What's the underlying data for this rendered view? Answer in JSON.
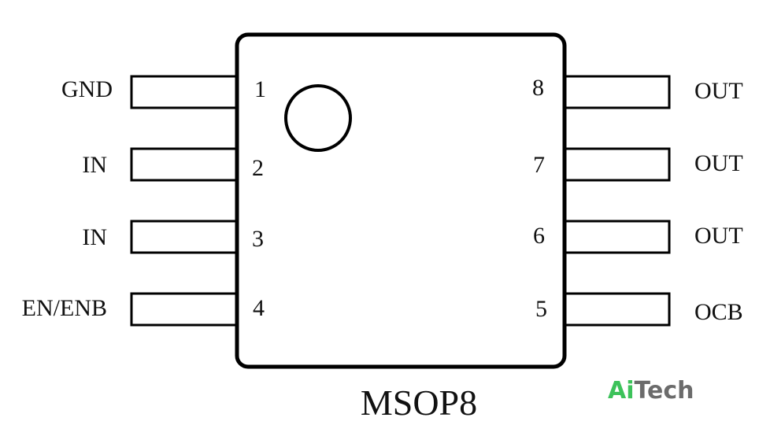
{
  "package": {
    "name": "MSOP8",
    "outline_color": "#000000"
  },
  "pins_left": [
    {
      "number": "1",
      "name": "GND"
    },
    {
      "number": "2",
      "name": "IN"
    },
    {
      "number": "3",
      "name": "IN"
    },
    {
      "number": "4",
      "name": "EN/ENB"
    }
  ],
  "pins_right": [
    {
      "number": "8",
      "name": "OUT"
    },
    {
      "number": "7",
      "name": "OUT"
    },
    {
      "number": "6",
      "name": "OUT"
    },
    {
      "number": "5",
      "name": "OCB"
    }
  ],
  "logo": {
    "part1": "Ai",
    "part2": "Tech",
    "color_part1": "#3cc25a",
    "color_part2": "#6b6b6b"
  }
}
